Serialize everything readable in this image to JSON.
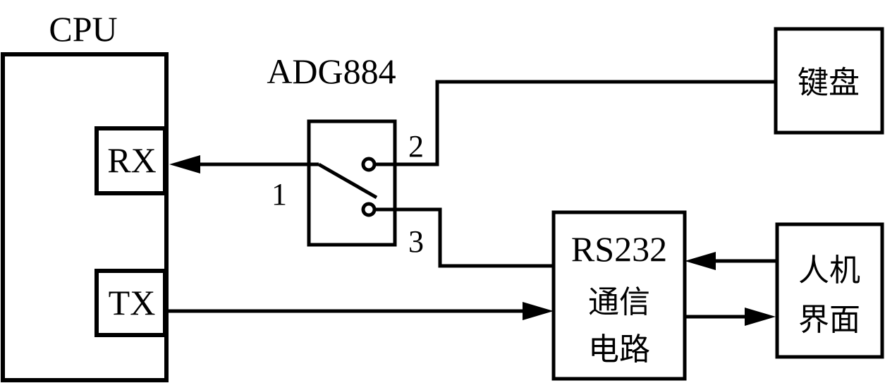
{
  "diagram": {
    "cpu": {
      "title": "CPU",
      "rx_label": "RX",
      "tx_label": "TX"
    },
    "switch": {
      "title": "ADG884",
      "pin1": "1",
      "pin2": "2",
      "pin3": "3"
    },
    "keyboard": {
      "label": "键盘"
    },
    "rs232": {
      "line1": "RS232",
      "line2": "通信",
      "line3": "电路"
    },
    "hmi": {
      "line1": "人机",
      "line2": "界面"
    },
    "colors": {
      "stroke": "#000000",
      "background": "#ffffff"
    }
  }
}
